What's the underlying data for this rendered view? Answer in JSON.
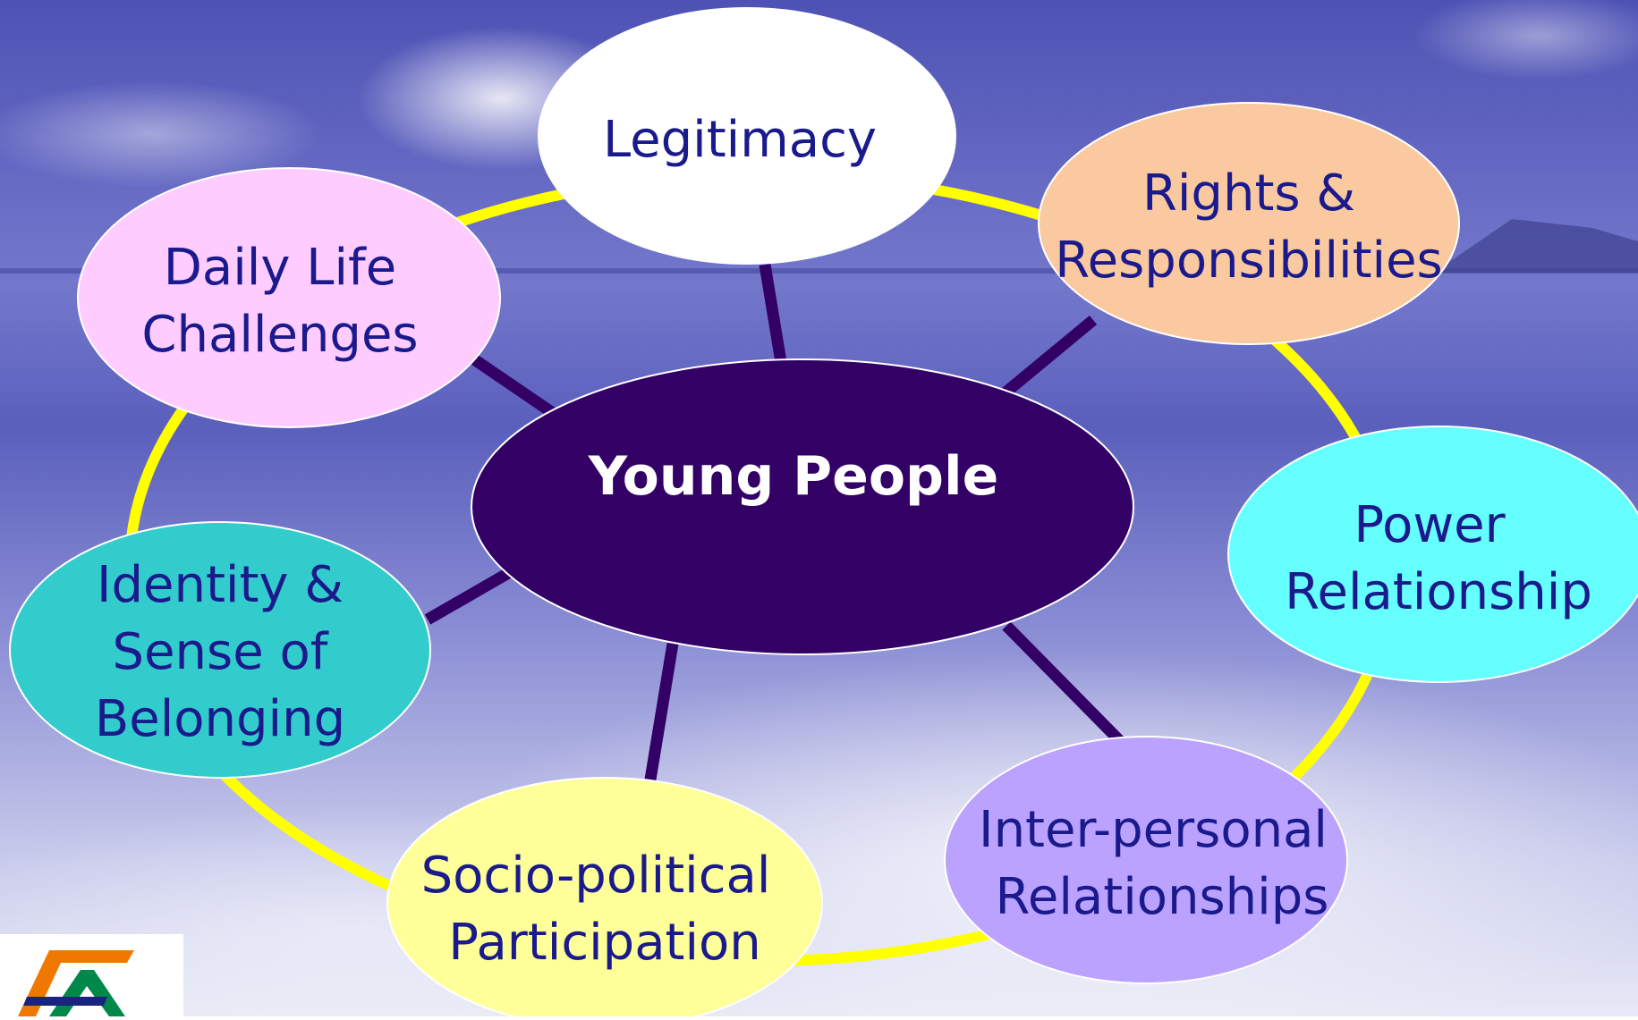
{
  "diagram": {
    "center": {
      "id": "young-people",
      "label": "Young People",
      "fill": "#330066"
    },
    "ring_color": "#ffff00",
    "spoke_color": "#330066",
    "nodes": [
      {
        "id": "legitimacy",
        "lines": [
          "Legitimacy"
        ],
        "fill": "#ffffff"
      },
      {
        "id": "rights-responsibilities",
        "lines": [
          "Rights &",
          "Responsibilities"
        ],
        "fill": "#fac9a0"
      },
      {
        "id": "power-relationship",
        "lines": [
          "Power",
          "Relationship"
        ],
        "fill": "#66ffff"
      },
      {
        "id": "inter-personal-relationships",
        "lines": [
          "Inter-personal",
          "Relationships"
        ],
        "fill": "#bba2ff"
      },
      {
        "id": "socio-political-participation",
        "lines": [
          "Socio-political",
          "Participation"
        ],
        "fill": "#ffff99"
      },
      {
        "id": "identity-belonging",
        "lines": [
          "Identity &",
          "Sense of",
          "Belonging"
        ],
        "fill": "#33cccc"
      },
      {
        "id": "daily-life-challenges",
        "lines": [
          "Daily Life",
          "Challenges"
        ],
        "fill": "#ffccff"
      }
    ]
  },
  "background": {
    "sky": "#5a5fbf",
    "water": "#6a6ec8",
    "sand": "#d8daf0"
  },
  "logo": {
    "name": "organization-logo",
    "colors": [
      "#f07800",
      "#00884a",
      "#1a237e"
    ]
  }
}
